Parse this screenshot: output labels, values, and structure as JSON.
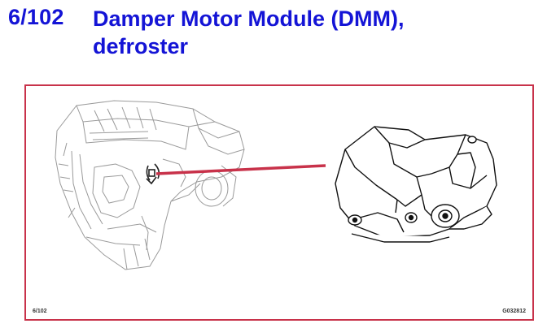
{
  "header": {
    "code": "6/102",
    "title_line1": "Damper Motor Module (DMM),",
    "title_line2": "defroster"
  },
  "figure": {
    "code_label": "6/102",
    "id_label": "G032812",
    "frame_color": "#c8324a",
    "leader_color": "#c8324a",
    "title_color": "#1414d6"
  }
}
